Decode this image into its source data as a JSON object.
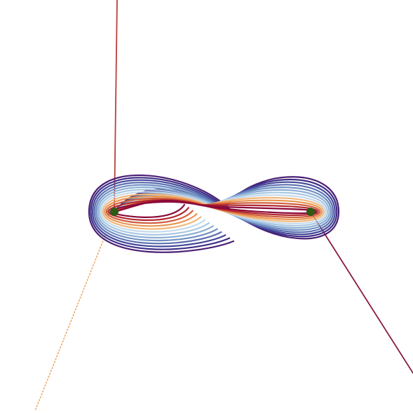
{
  "diagram": {
    "kind": "trajectory-bundle",
    "background_color": "#ffffff",
    "endpoint_color": "#2f5a14",
    "guide_lines": [
      {
        "name": "vertical-ray",
        "color": "#b8413a",
        "style": "solid"
      },
      {
        "name": "diagonal-ray",
        "color": "#8b1a42",
        "style": "solid"
      },
      {
        "name": "dotted-ray",
        "color": "#f0a868",
        "style": "dotted"
      }
    ],
    "palette": [
      "#8b0a3a",
      "#b2262e",
      "#cf5b3a",
      "#e8944f",
      "#f2b77a",
      "#c6dbeb",
      "#a8c8e2",
      "#8caed4",
      "#6f8fc2",
      "#5a6fb0",
      "#45489a",
      "#3d2f86",
      "#4b1f74"
    ]
  }
}
